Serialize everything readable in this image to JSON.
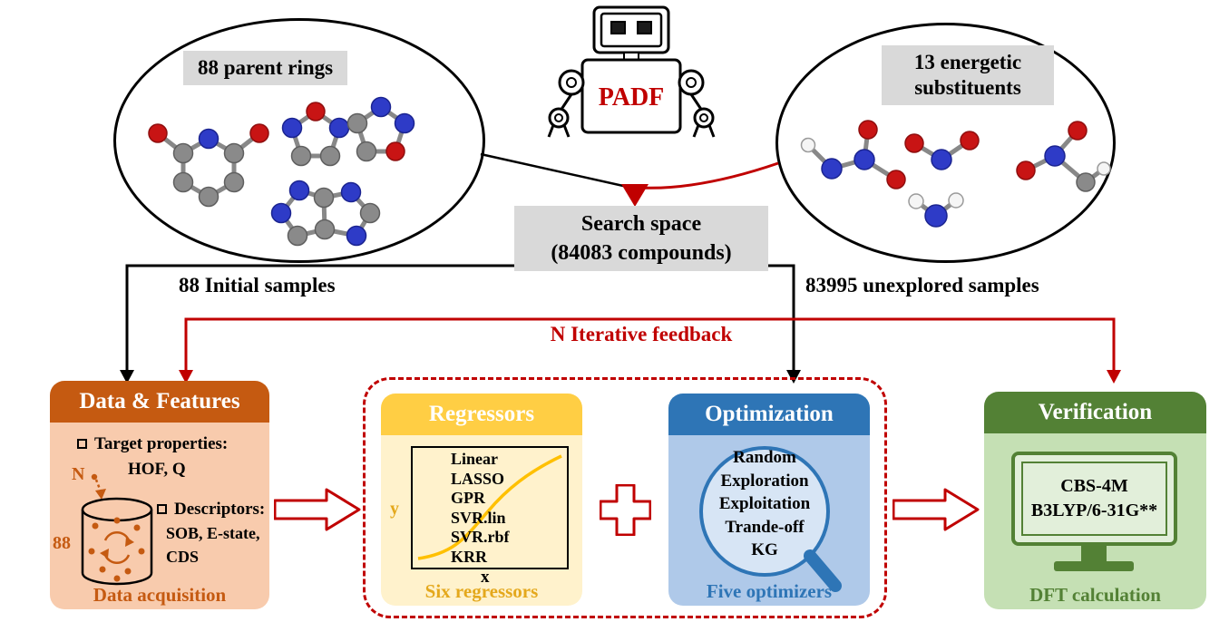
{
  "top": {
    "parent_rings_label": "88 parent rings",
    "substituents_label_line1": "13 energetic",
    "substituents_label_line2": "substituents",
    "robot_label": "PADF",
    "search_space_line1": "Search space",
    "search_space_line2": "(84083 compounds)",
    "initial_samples": "88 Initial samples",
    "unexplored_samples": "83995 unexplored samples",
    "feedback_label": "N Iterative feedback"
  },
  "panels": {
    "data_features": {
      "title": "Data & Features",
      "target_label": "Target properties:",
      "target_values": "HOF, Q",
      "n_label": "N",
      "samples_count": "88",
      "descriptors_label": "Descriptors:",
      "descriptors_line1": "SOB, E-state,",
      "descriptors_line2": "CDS",
      "footer": "Data acquisition"
    },
    "regressors": {
      "title": "Regressors",
      "items": [
        "Linear",
        "LASSO",
        "GPR",
        "SVR.lin",
        "SVR.rbf",
        "KRR"
      ],
      "y_label": "y",
      "x_label": "x",
      "footer": "Six regressors"
    },
    "optimization": {
      "title": "Optimization",
      "items": [
        "Random",
        "Exploration",
        "Exploitation",
        "Trande-off",
        "KG"
      ],
      "footer": "Five optimizers"
    },
    "verification": {
      "title": "Verification",
      "method_line1": "CBS-4M",
      "method_line2": "B3LYP/6-31G**",
      "footer": "DFT calculation"
    }
  },
  "colors": {
    "accent_red": "#C00000",
    "orange_header": "#C55A11",
    "orange_body": "#F8CBAD",
    "gold_header": "#FFCE44",
    "gold_body": "#FFF2CC",
    "gold_text": "#E4A81C",
    "blue_header": "#2E75B6",
    "blue_body": "#AFC9E9",
    "green_header": "#538135",
    "green_body": "#C5E0B4",
    "label_bg": "#D9D9D9"
  }
}
